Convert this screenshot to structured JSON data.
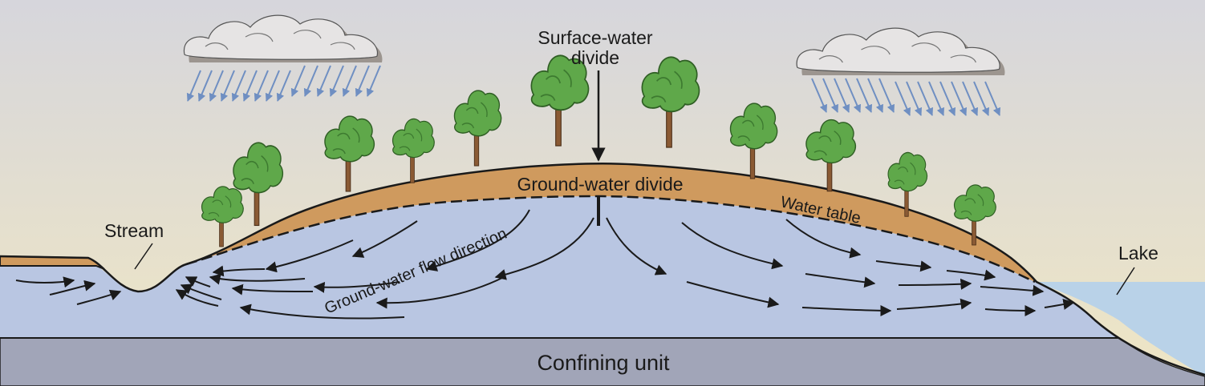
{
  "labels": {
    "surface_divide_line1": "Surface-water",
    "surface_divide_line2": "divide",
    "ground_water_divide": "Ground-water divide",
    "water_table": "Water table",
    "stream": "Stream",
    "lake": "Lake",
    "flow_direction": "Ground-water flow direction",
    "confining_unit": "Confining unit"
  },
  "colors": {
    "sky_top": "#d6d6dc",
    "sky_bottom": "#efe6c4",
    "groundwater": "#b9c6e2",
    "soil": "#cf9a5e",
    "confining": "#a1a5b8",
    "surface_water": "#b9d2e8",
    "cloud": "#e6e4e4",
    "cloud_shadow": "#9c958f",
    "rain": "#6f8fc2",
    "tree_leaf": "#5fa84a",
    "tree_trunk": "#8a5a34",
    "outline": "#1a1a1a"
  },
  "icons": [
    "cloud-icon",
    "rain-icon",
    "tree-icon",
    "flow-arrow-icon"
  ]
}
